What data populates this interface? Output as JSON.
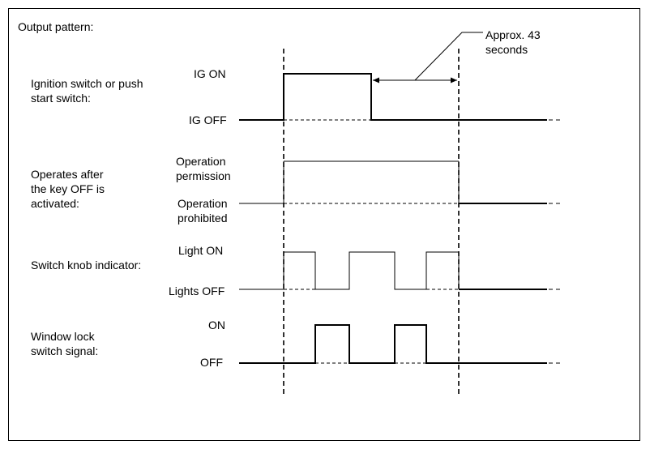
{
  "title": "Output pattern:",
  "note": {
    "line1": "Approx. 43",
    "line2": "seconds"
  },
  "signals": [
    {
      "name_lines": [
        "Ignition switch or push",
        "start switch:"
      ],
      "high_label": [
        "IG ON"
      ],
      "low_label": [
        "IG OFF"
      ]
    },
    {
      "name_lines": [
        "Operates after",
        "the key OFF is",
        "activated:"
      ],
      "high_label": [
        "Operation",
        "permission"
      ],
      "low_label": [
        "Operation",
        "prohibited"
      ]
    },
    {
      "name_lines": [
        "Switch knob indicator:"
      ],
      "high_label": [
        "Light ON"
      ],
      "low_label": [
        "Lights OFF"
      ]
    },
    {
      "name_lines": [
        "Window lock",
        "switch signal:"
      ],
      "high_label": [
        "ON"
      ],
      "low_label": [
        "OFF"
      ]
    }
  ]
}
